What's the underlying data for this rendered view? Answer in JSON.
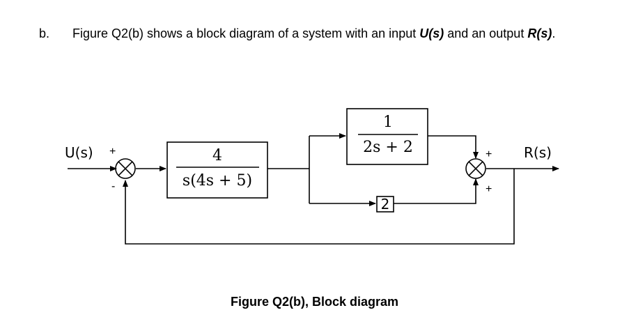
{
  "question": {
    "label": "b.",
    "text_prefix": "Figure Q2(b) shows a block diagram of a system with an input ",
    "input_symbol": "U(s)",
    "text_middle": " and an output ",
    "output_symbol": "R(s)",
    "text_suffix": "."
  },
  "diagram": {
    "input_label": "U(s)",
    "output_label": "R(s)",
    "sum1_signs": {
      "top": "+",
      "bottom": "-"
    },
    "sum2_signs": {
      "top": "+",
      "bottom": "+"
    },
    "block1": {
      "numerator": "4",
      "denominator": "s(4s + 5)"
    },
    "block2": {
      "numerator": "1",
      "denominator": "2s + 2"
    },
    "block3": {
      "gain": "2"
    }
  },
  "caption": "Figure Q2(b), Block diagram"
}
